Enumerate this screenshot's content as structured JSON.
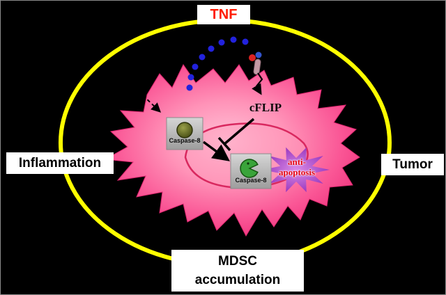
{
  "figure": {
    "tnf_label": "TNF",
    "inflammation_label": "Inflammation",
    "tumor_label": "Tumor",
    "mdsc_label_line1": "MDSC",
    "mdsc_label_line2": "accumulation",
    "cflip_label": "cFLIP",
    "procaspase8_label": "Caspase-8",
    "active_caspase8_label": "Caspase-8",
    "anti_apoptosis_line1": "anti-",
    "anti_apoptosis_line2": "apoptosis",
    "colors": {
      "background": "#000000",
      "membrane": "#ffff00",
      "cell_body": "#f4488c",
      "tnf_text": "#ff1a00",
      "anti_apoptosis_text": "#e60012",
      "ligand_dot": "#2222dd",
      "starburst": "#a238c8"
    }
  }
}
